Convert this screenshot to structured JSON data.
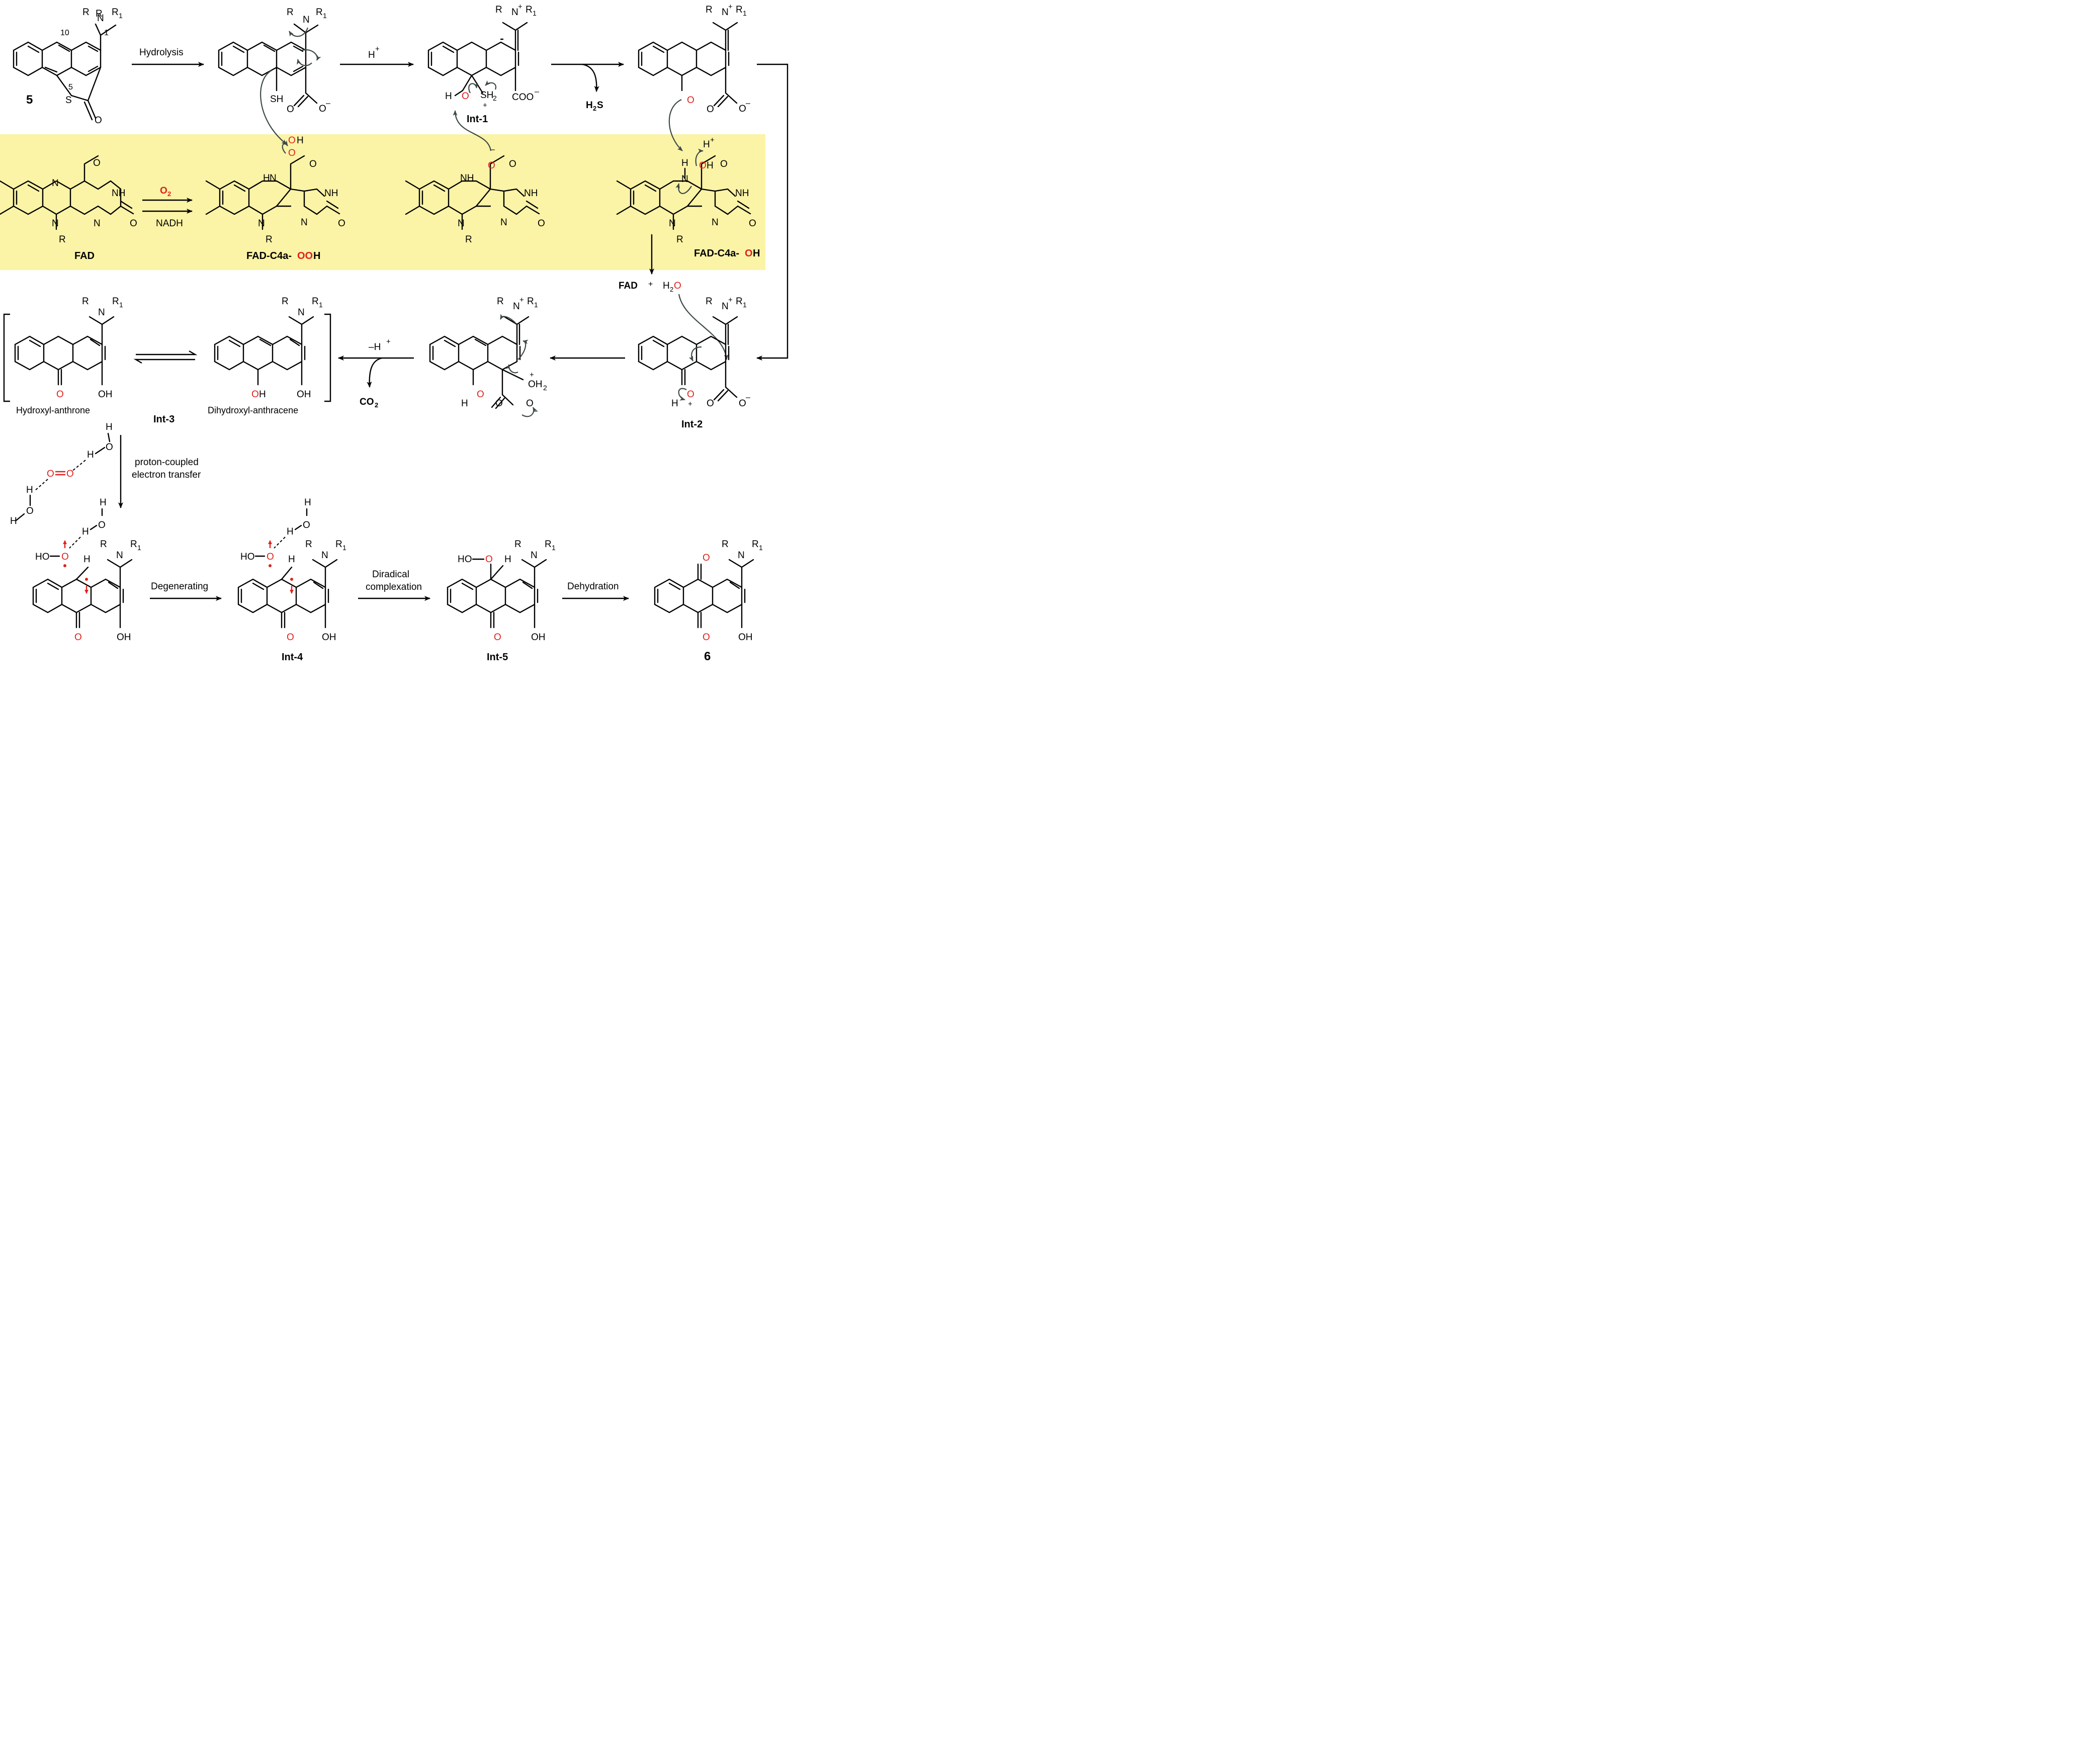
{
  "compounds": {
    "c5": "5",
    "int1": "Int-1",
    "int2": "Int-2",
    "int3": "Int-3",
    "int4": "Int-4",
    "int5": "Int-5",
    "c6": "6",
    "fad": "FAD",
    "fad_ooh_prefix": "FAD-C4a-",
    "fad_ooh_red": "OO",
    "fad_ooh_suffix": "H",
    "fad_oh_prefix": "FAD-C4a-",
    "fad_oh_red": "O",
    "fad_oh_suffix": "H",
    "hydroxyl_anthrone": "Hydroxyl-anthrone",
    "dihydroxyl_anthracene": "Dihydroxyl-anthracene"
  },
  "conditions": {
    "hydrolysis": "Hydrolysis",
    "h_plus": "H",
    "h2s": "H",
    "o2": "O",
    "nadh": "NADH",
    "fad_plus": "FAD",
    "h2o": "H",
    "minus_h_plus": "–H",
    "co2": "CO",
    "pcet_1": "proton-coupled",
    "pcet_2": "electron transfer",
    "degenerating": "Degenerating",
    "diradical_1": "Diradical",
    "diradical_2": "complexation",
    "dehydration": "Dehydration"
  },
  "colors": {
    "oxygen_highlight": "#e0201b",
    "flavin_panel": "#fbf3a6",
    "curly_arrow": "#3c4a47"
  }
}
